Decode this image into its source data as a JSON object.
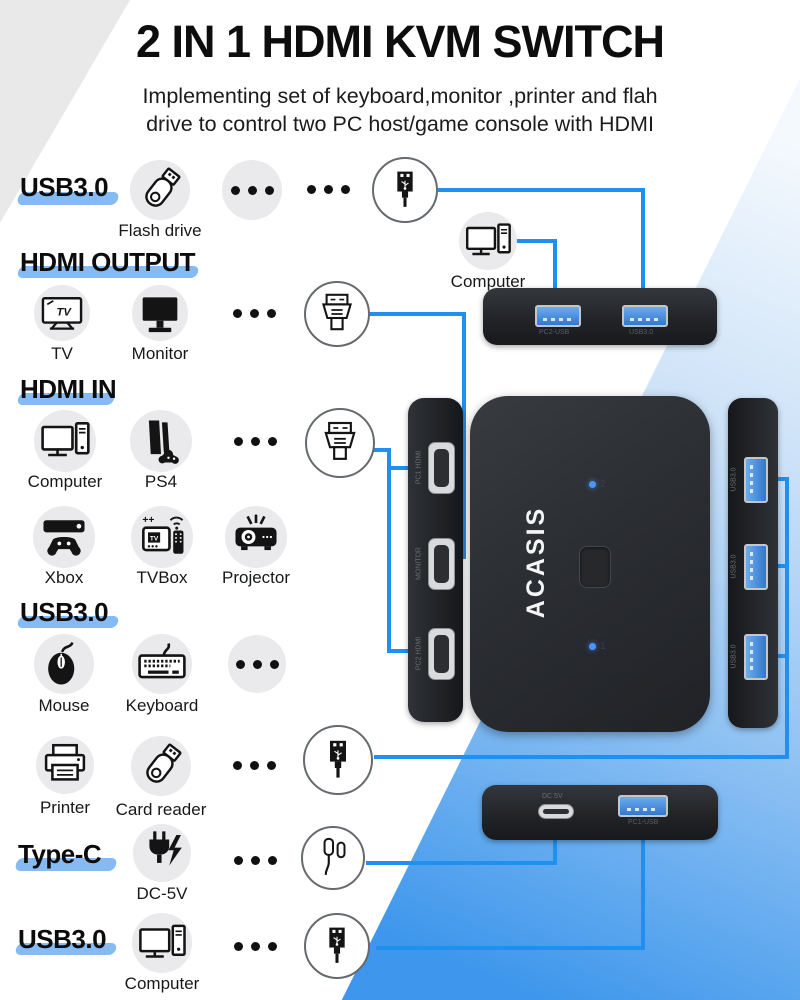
{
  "page": {
    "title": "2 IN 1 HDMI KVM SWITCH",
    "subtitle_line1": "Implementing set of keyboard,monitor ,printer and flah",
    "subtitle_line2": "drive to control two PC host/game console with HDMI"
  },
  "headings": {
    "usb_flash": "USB3.0",
    "hdmi_output": "HDMI OUTPUT",
    "hdmi_in": "HDMI IN",
    "usb_peripherals": "USB3.0",
    "type_c": "Type-C",
    "usb_host": "USB3.0"
  },
  "labels": {
    "flash_drive": "Flash drive",
    "tv": "TV",
    "monitor": "Monitor",
    "computer_hdmi_in": "Computer",
    "ps4": "PS4",
    "xbox": "Xbox",
    "tvbox": "TVBox",
    "projector": "Projector",
    "mouse": "Mouse",
    "keyboard": "Keyboard",
    "printer": "Printer",
    "card_reader": "Card reader",
    "dc_5v": "DC-5V",
    "computer_usb_host": "Computer",
    "computer_top": "Computer"
  },
  "icon_text": {
    "tv": "TV",
    "tvbox_plus": "++",
    "tvbox_screen": "TV"
  },
  "device": {
    "brand": "ACASIS",
    "led_top_label": "2",
    "led_bottom_label": "1",
    "ports": {
      "top_panel_left": "PC2-USB",
      "top_panel_right": "USB3.0",
      "hdmi_port_1": "PC1 HDMI",
      "hdmi_port_2": "MONITOR",
      "hdmi_port_3": "PC2 HDMI",
      "usb_side": "USB3.0",
      "bottom_typec": "DC 5V",
      "bottom_usb": "PC1-USB"
    }
  },
  "colors": {
    "connector_line": "#1f8ff0",
    "heading_highlight": "#85bbf2",
    "usb_port_blue": "#3576cd",
    "led_blue": "#4a96f8",
    "background_triangle_bottom": "#3e97ec",
    "corner_triangle_gray": "#e9e9ea"
  }
}
